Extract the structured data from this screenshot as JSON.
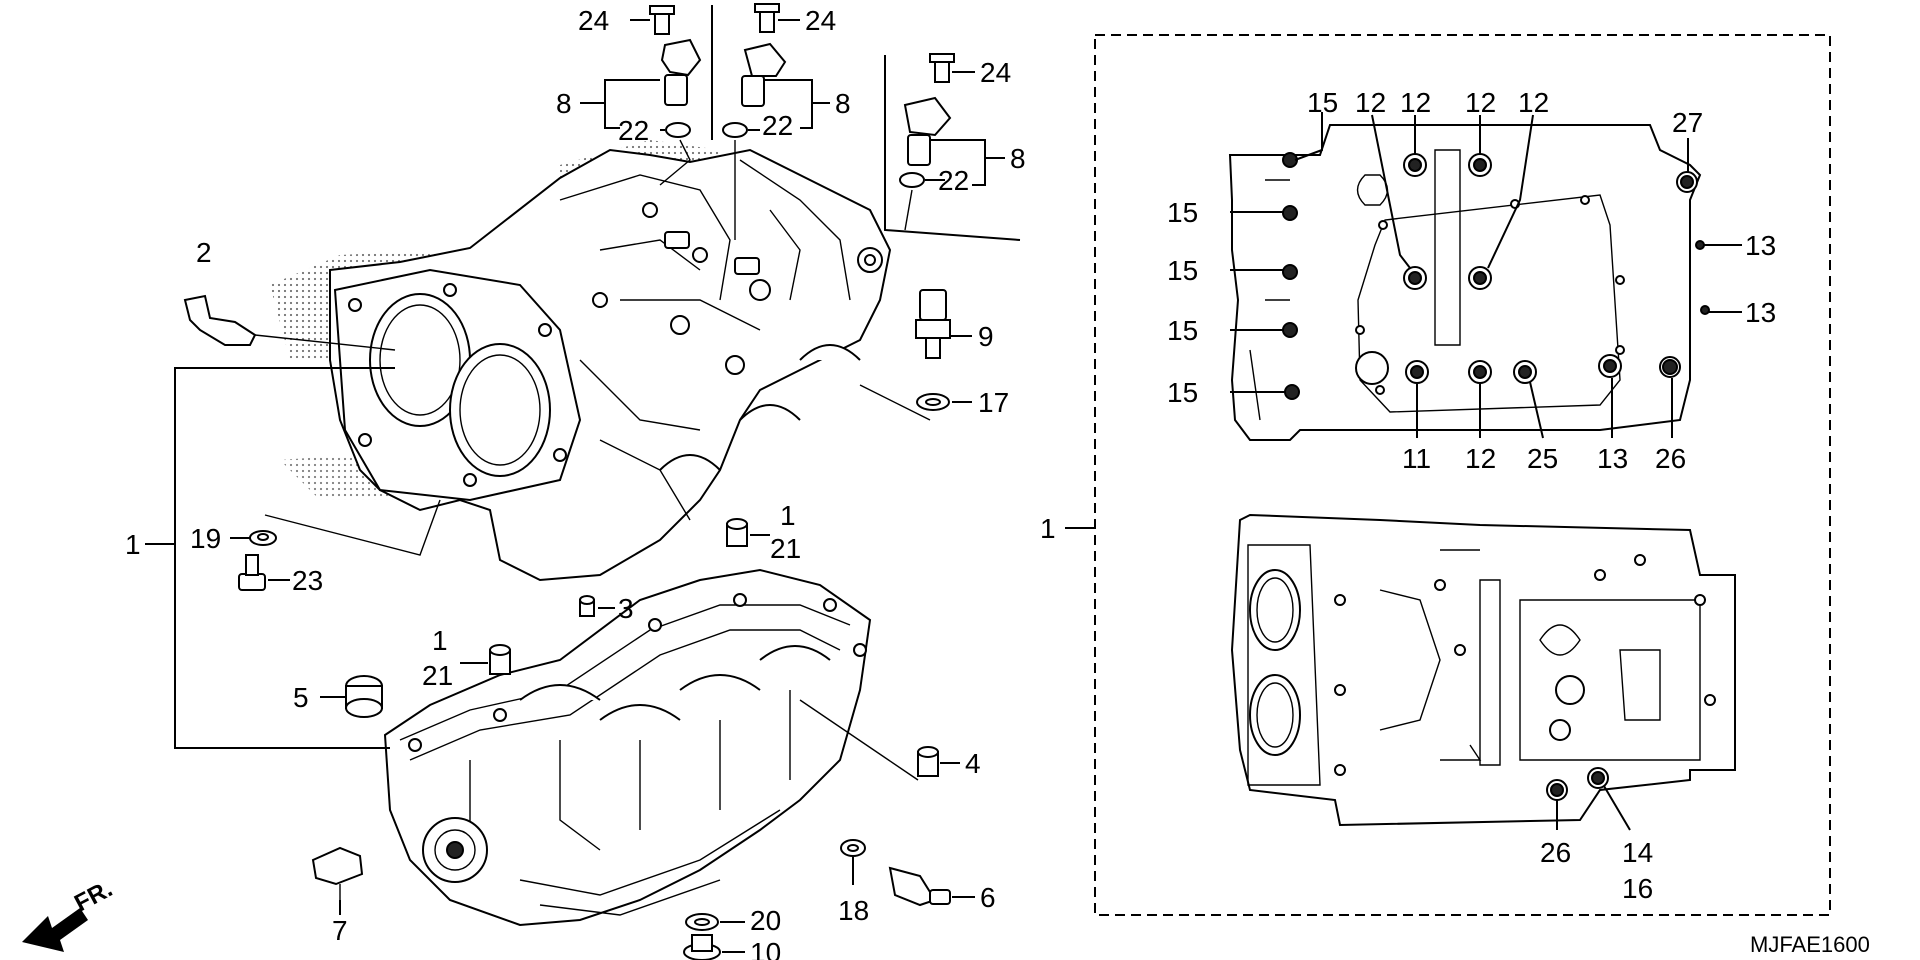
{
  "diagram_code": "MJFAE1600",
  "direction_label": "FR.",
  "callouts": {
    "c1_left": "1",
    "c1_inset": "1",
    "c1_dowel_a": "1",
    "c1_dowel_b": "1",
    "c2": "2",
    "c3": "3",
    "c4": "4",
    "c5": "5",
    "c6": "6",
    "c7": "7",
    "c8_a": "8",
    "c8_b": "8",
    "c8_c": "8",
    "c9": "9",
    "c10": "10",
    "c11": "11",
    "c12_a": "12",
    "c12_b": "12",
    "c12_c": "12",
    "c12_d": "12",
    "c12_e": "12",
    "c13_a": "13",
    "c13_b": "13",
    "c13_c": "13",
    "c14": "14",
    "c15_a": "15",
    "c15_b": "15",
    "c15_c": "15",
    "c15_d": "15",
    "c15_e": "15",
    "c16": "16",
    "c17": "17",
    "c18": "18",
    "c19": "19",
    "c20": "20",
    "c21_a": "21",
    "c21_b": "21",
    "c22_a": "22",
    "c22_b": "22",
    "c22_c": "22",
    "c23": "23",
    "c24_a": "24",
    "c24_b": "24",
    "c24_c": "24",
    "c25": "25",
    "c26_a": "26",
    "c26_b": "26",
    "c27": "27"
  }
}
